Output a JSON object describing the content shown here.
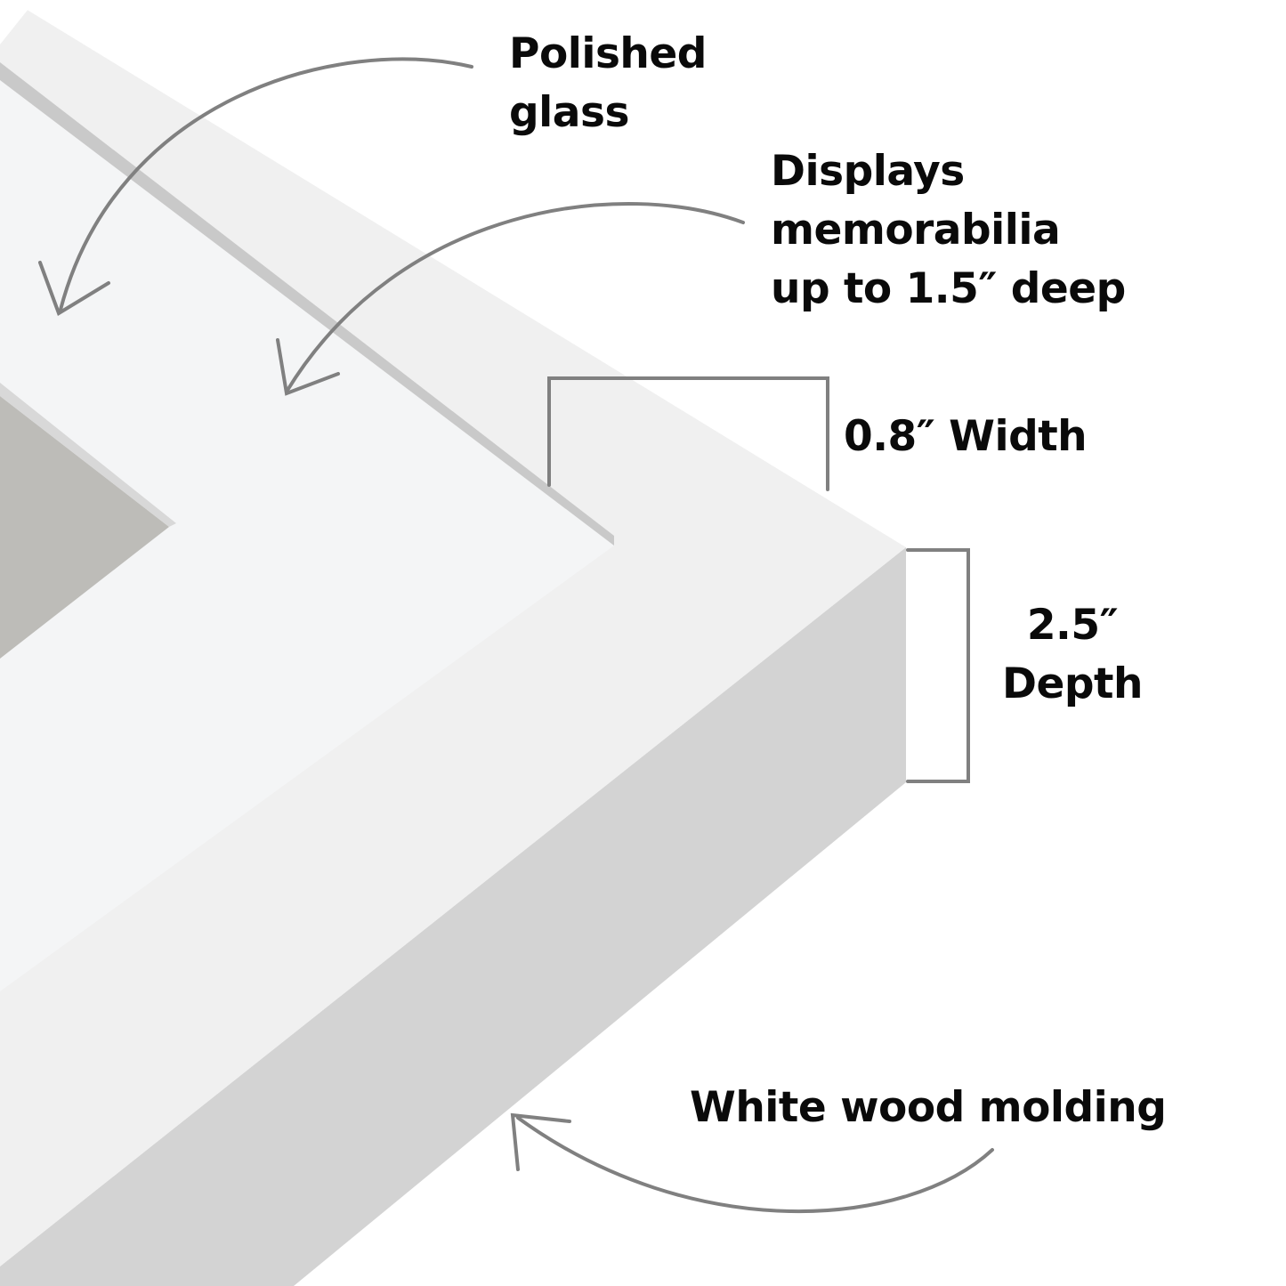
{
  "callouts": {
    "glass": {
      "line1": "Polished",
      "line2": "glass"
    },
    "depth_capacity": {
      "line1": "Displays",
      "line2": "memorabilia",
      "line3": "up to 1.5″ deep"
    },
    "width": {
      "text": "0.8″ Width"
    },
    "depth": {
      "line1": "2.5″",
      "line2": "Depth"
    },
    "molding": {
      "text": "White wood molding"
    }
  },
  "colors": {
    "frame_face": "#f0f0f0",
    "frame_side": "#d3d3d3",
    "mat": "#f4f5f6",
    "photo": "#bdbcb8",
    "annotation": "#808080",
    "text": "#0a0a0a"
  }
}
